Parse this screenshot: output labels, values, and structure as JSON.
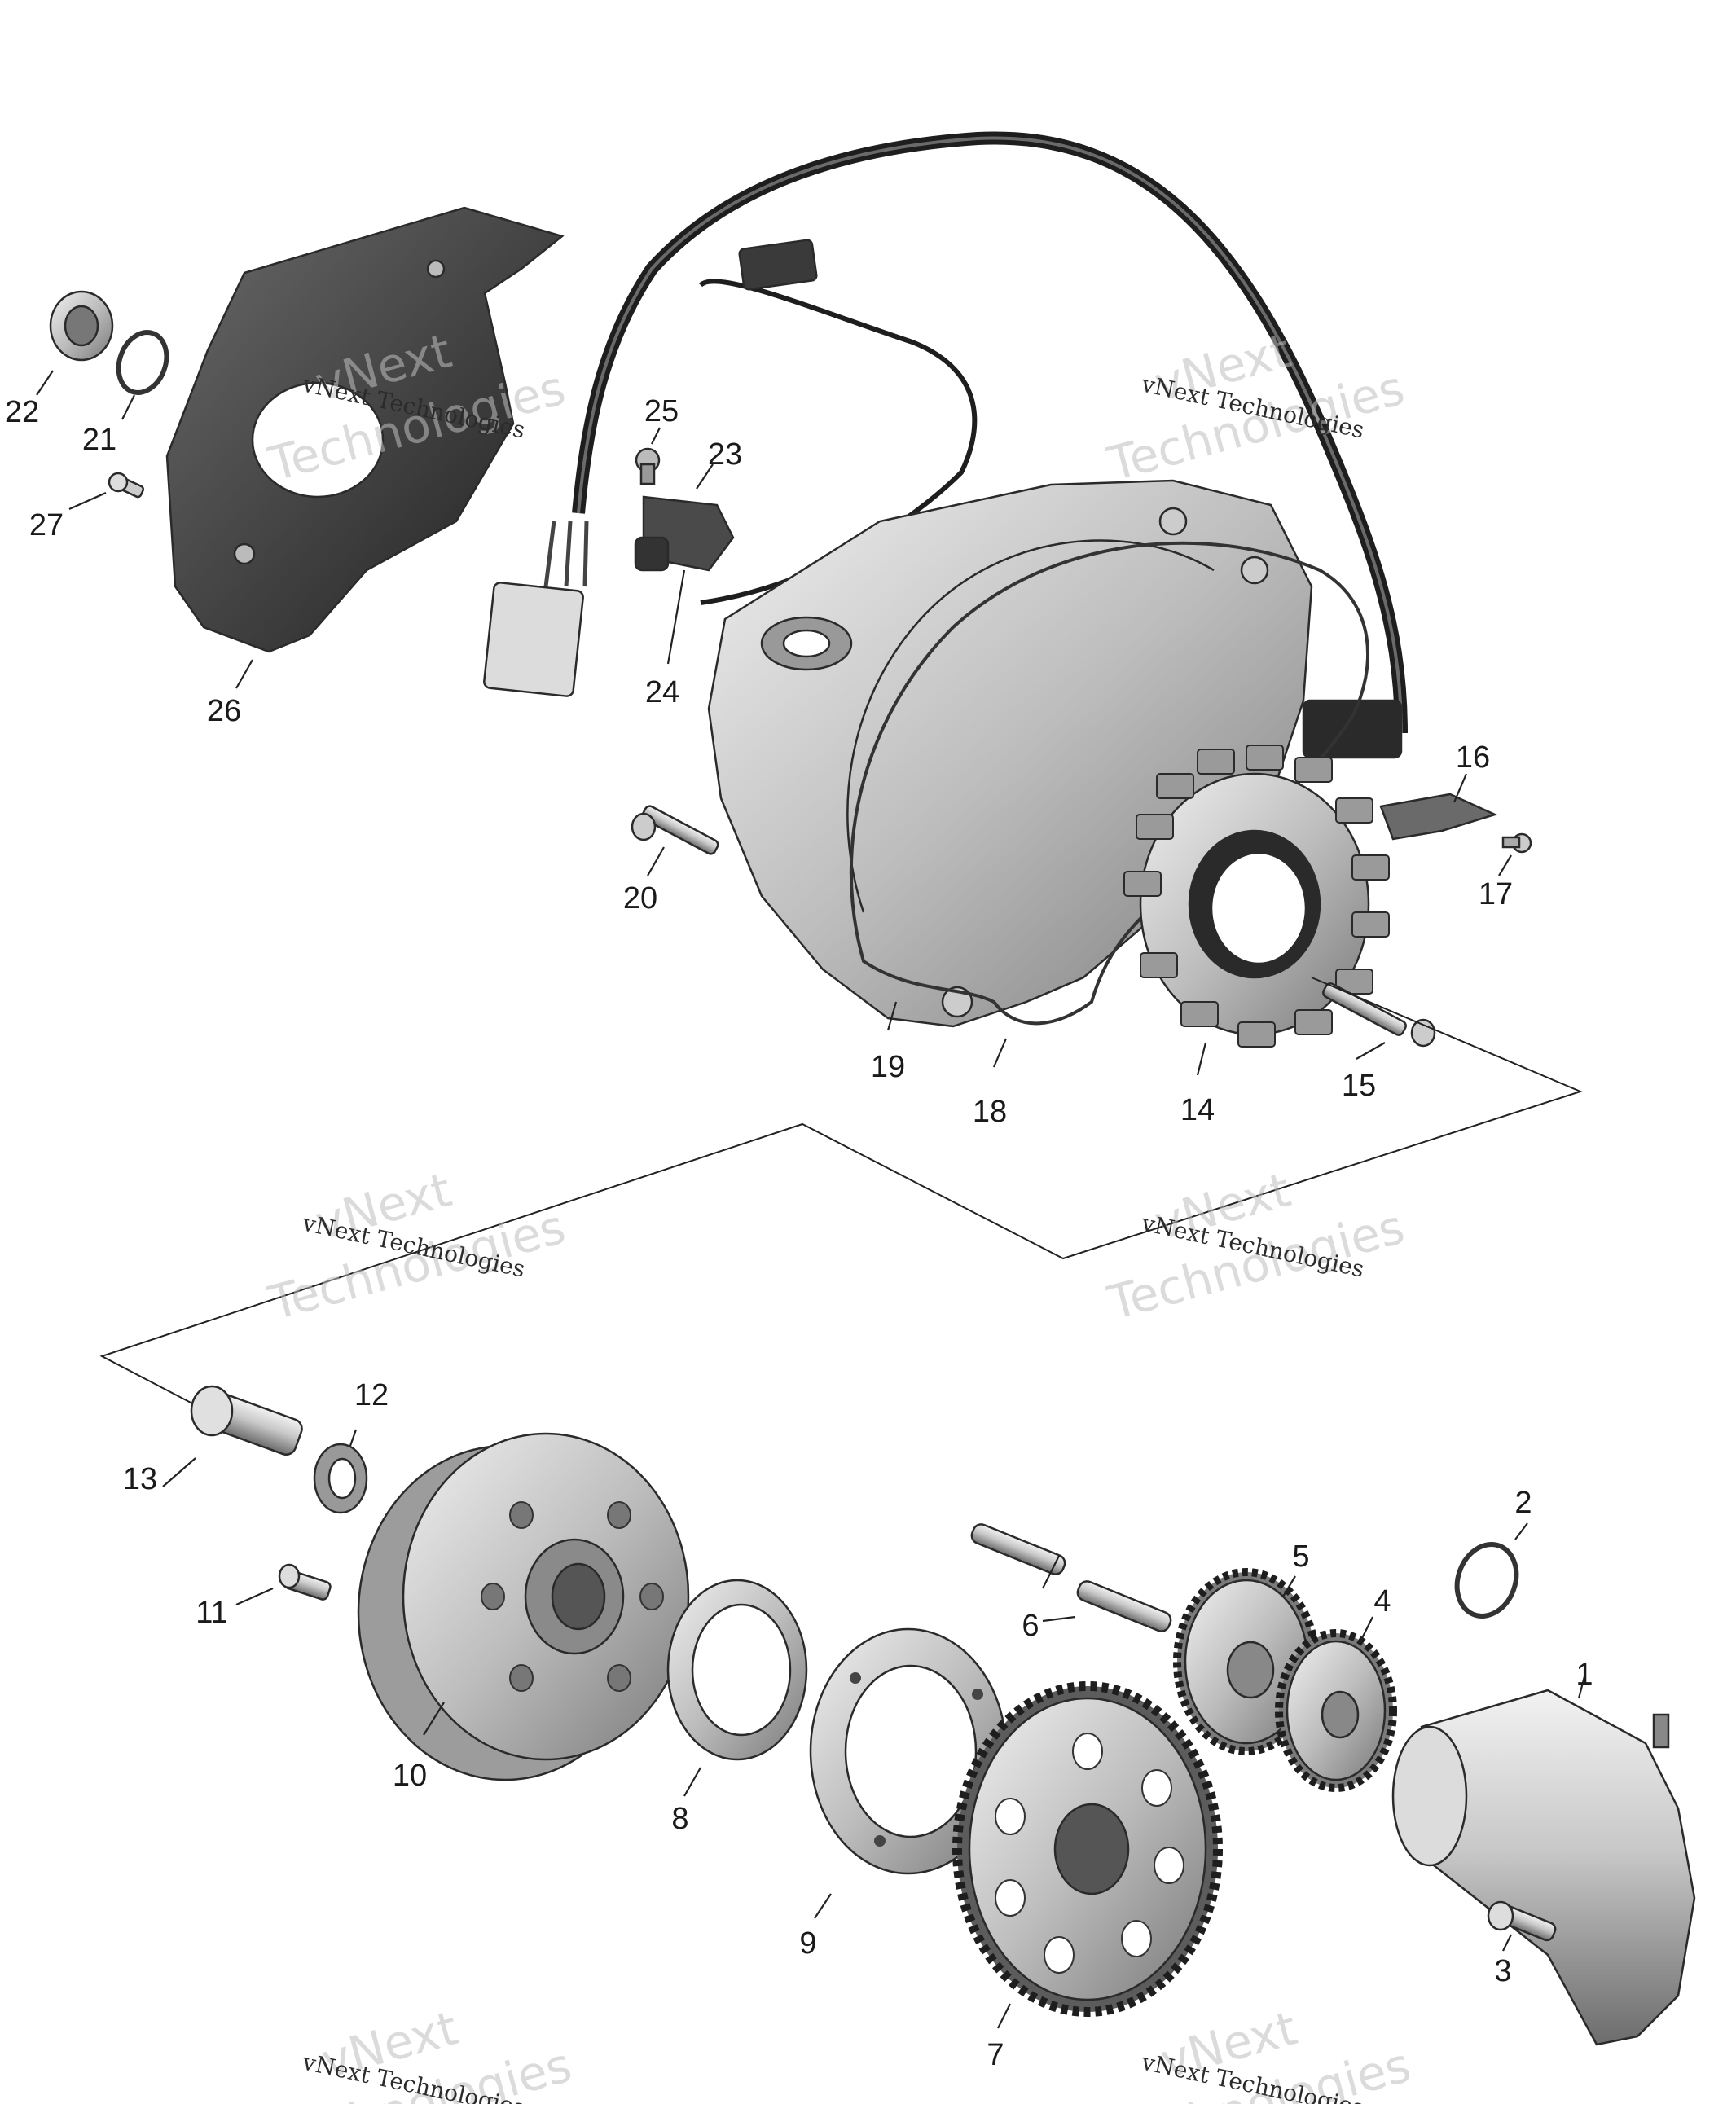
{
  "watermark": {
    "small_text": "vNext Technologies",
    "big_line1": "vNext",
    "big_line2": "Technologies"
  },
  "callouts": [
    "1",
    "2",
    "3",
    "4",
    "5",
    "6",
    "7",
    "8",
    "9",
    "10",
    "11",
    "12",
    "13",
    "14",
    "15",
    "16",
    "17",
    "18",
    "19",
    "20",
    "21",
    "22",
    "23",
    "24",
    "25",
    "26",
    "27"
  ],
  "colors": {
    "part_light": "#d9d9d9",
    "part_mid": "#a8a8a8",
    "part_dark": "#5a5a5a",
    "shield_dark": "#3a3a3a",
    "harness": "#2a2a2a",
    "line": "#222222"
  }
}
